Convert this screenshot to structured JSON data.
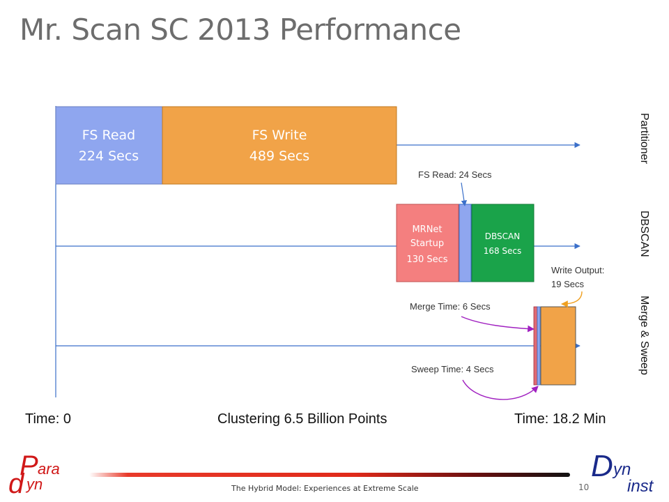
{
  "title": "Mr. Scan SC 2013 Performance",
  "colors": {
    "fs_read": "#8fa6ef",
    "fs_write": "#f1a348",
    "mrnet": "#f47f7f",
    "dbscan": "#1aa34a",
    "merge": "#e06a72",
    "timeline": "#3a6fc9",
    "note_pointer": "#a020c0",
    "write_pointer": "#f0a020"
  },
  "rows": {
    "partitioner": "Partitioner",
    "dbscan": "DBSCAN",
    "merge_sweep": "Merge & Sweep"
  },
  "blocks": {
    "fs_read": {
      "name": "FS Read",
      "duration": "224 Secs"
    },
    "fs_write": {
      "name": "FS Write",
      "duration": "489 Secs"
    },
    "mrnet": {
      "line1": "MRNet",
      "line2": "Startup",
      "line3": "130 Secs"
    },
    "dbscan": {
      "name": "DBSCAN",
      "duration": "168 Secs"
    }
  },
  "annotations": {
    "fs_read_24": "FS Read: 24 Secs",
    "write_output_line1": "Write Output:",
    "write_output_line2": "19 Secs",
    "merge_time": "Merge Time: 6 Secs",
    "sweep_time": "Sweep Time: 4 Secs"
  },
  "bottom": {
    "start": "Time: 0",
    "center": "Clustering 6.5 Billion Points",
    "end": "Time: 18.2 Min"
  },
  "footer": {
    "text": "The Hybrid Model: Experiences at Extreme Scale",
    "page": "10"
  },
  "logos": {
    "left_p": "P",
    "left_ara": "ara",
    "left_d": "d",
    "left_yn": "yn",
    "right_d": "D",
    "right_yn": "yn",
    "right_inst": "inst"
  }
}
